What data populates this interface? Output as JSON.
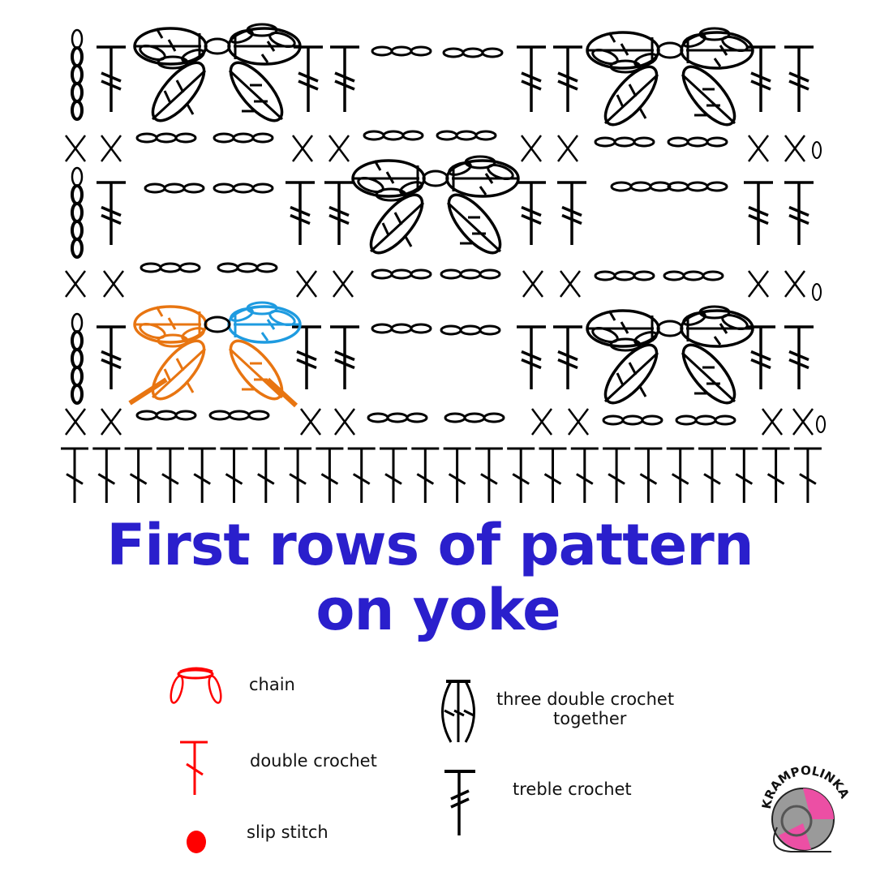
{
  "title": {
    "line1": "First rows of pattern",
    "line2": "on yoke"
  },
  "legend": {
    "chain": "chain",
    "double_crochet": "double crochet",
    "slip_stitch": "slip stitch",
    "three_dc_together_line1": "three double crochet",
    "three_dc_together_line2": "together",
    "treble_crochet": "treble crochet"
  },
  "logo": {
    "text": "KRAMPOLINKA"
  },
  "colors": {
    "title": "#2a1fcc",
    "stitch": "#000000",
    "legend_red": "#ff0000",
    "highlight_orange": "#e87511",
    "highlight_blue": "#1e9be0",
    "logo_pink": "#ec4fa4",
    "logo_gray": "#9a9a9a"
  }
}
